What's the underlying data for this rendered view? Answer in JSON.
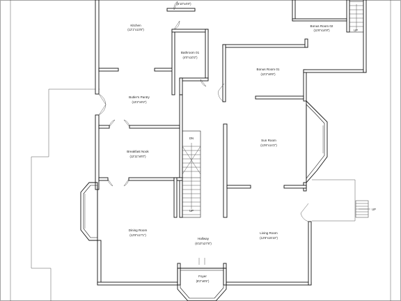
{
  "plan": {
    "rooms": [
      {
        "id": "laundry",
        "name": "",
        "dims": "(5'10\"x4'8\")"
      },
      {
        "id": "kitchen",
        "name": "Kitchen",
        "dims": "(12'1\"x13'8\")"
      },
      {
        "id": "bathroom",
        "name": "Bathroom 01",
        "dims": "(4'0\"x10'2\")"
      },
      {
        "id": "bonus2",
        "name": "Bonus Room 02",
        "dims": "(11'6\"x14'8\")"
      },
      {
        "id": "bonus1",
        "name": "Bonus Room 01",
        "dims": "(12'2\"x8'6\")"
      },
      {
        "id": "pantry",
        "name": "Butler's Pantry",
        "dims": "(13'2\"x9'2\")"
      },
      {
        "id": "sunroom",
        "name": "Sun Room",
        "dims": "(13'6\"x14'2\")"
      },
      {
        "id": "breakfast",
        "name": "Breakfast Nook",
        "dims": "(12'11\"x8'0\")"
      },
      {
        "id": "dining",
        "name": "Dining Room",
        "dims": "(12'8\"x17'1\")"
      },
      {
        "id": "hallway",
        "name": "Hallway",
        "dims": "(6'10\"x27'8\")"
      },
      {
        "id": "living",
        "name": "Living Room",
        "dims": "(12'8\"x15'10\")"
      },
      {
        "id": "foyer",
        "name": "Foyer",
        "dims": "(8'2\"x6'5\")"
      }
    ],
    "stair_labels": {
      "main_down": "DN",
      "main_up": "UP",
      "rear_up": "UP",
      "porch_up": "UP"
    }
  }
}
